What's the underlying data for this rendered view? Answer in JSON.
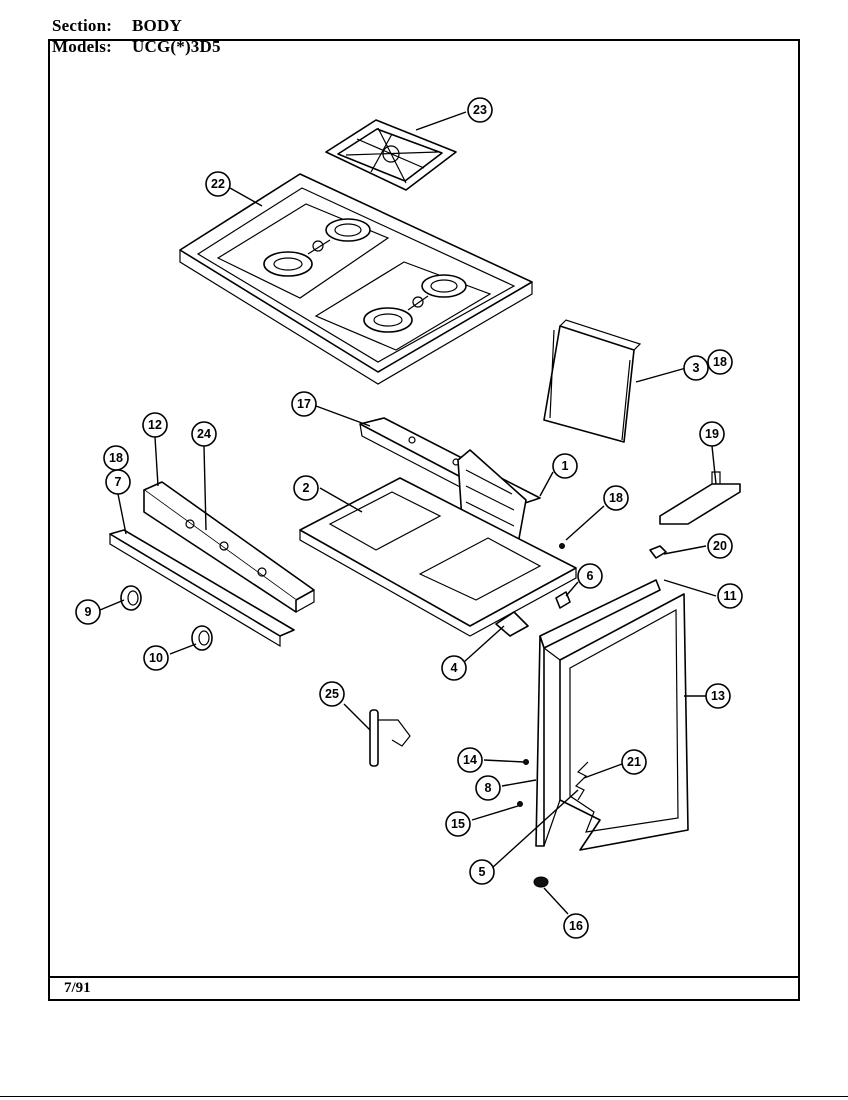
{
  "header": {
    "section_label": "Section:",
    "section_value": "BODY",
    "models_label": "Models:",
    "models_value": "UCG(*)3D5"
  },
  "footer": {
    "date": "7/91"
  },
  "callouts": [
    {
      "id": "c23",
      "label": "23"
    },
    {
      "id": "c22",
      "label": "22"
    },
    {
      "id": "c3",
      "label": "3"
    },
    {
      "id": "c18a",
      "label": "18"
    },
    {
      "id": "c17",
      "label": "17"
    },
    {
      "id": "c12",
      "label": "12"
    },
    {
      "id": "c24",
      "label": "24"
    },
    {
      "id": "c19",
      "label": "19"
    },
    {
      "id": "c18b",
      "label": "18"
    },
    {
      "id": "c7",
      "label": "7"
    },
    {
      "id": "c1",
      "label": "1"
    },
    {
      "id": "c2",
      "label": "2"
    },
    {
      "id": "c18c",
      "label": "18"
    },
    {
      "id": "c6",
      "label": "6"
    },
    {
      "id": "c20",
      "label": "20"
    },
    {
      "id": "c11",
      "label": "11"
    },
    {
      "id": "c9",
      "label": "9"
    },
    {
      "id": "c10",
      "label": "10"
    },
    {
      "id": "c4",
      "label": "4"
    },
    {
      "id": "c13",
      "label": "13"
    },
    {
      "id": "c25",
      "label": "25"
    },
    {
      "id": "c14",
      "label": "14"
    },
    {
      "id": "c21",
      "label": "21"
    },
    {
      "id": "c8",
      "label": "8"
    },
    {
      "id": "c15",
      "label": "15"
    },
    {
      "id": "c5",
      "label": "5"
    },
    {
      "id": "c16",
      "label": "16"
    }
  ]
}
